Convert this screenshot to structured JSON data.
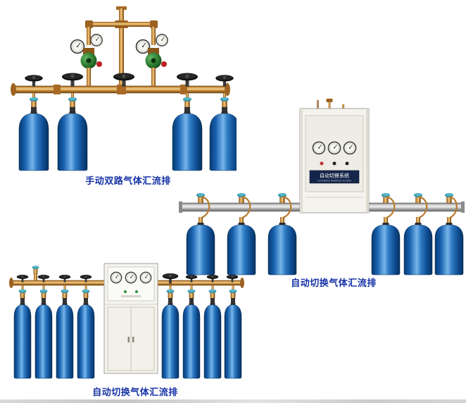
{
  "page": {
    "background_color": "#ffffff"
  },
  "products": [
    {
      "caption": "手动双路气体汇流排",
      "type": "manual-dual-gas-manifold",
      "cylinder_count": 4
    },
    {
      "caption": "自动切换气体汇流排",
      "type": "automatic-switching-gas-manifold",
      "cabinet_label": "自动切换系统",
      "cabinet_sublabel": "AUTOMATIC MANIFOLD SYSTEM",
      "cylinder_count": 6
    },
    {
      "caption": "自动切换气体汇流排",
      "type": "automatic-switching-gas-manifold-cabinet",
      "cylinder_count": 8
    }
  ],
  "colors": {
    "caption_text": "#1633a6",
    "cylinder_blue": "#1a63b8",
    "brass_pipe": "#c08236",
    "silver_pipe": "#c9c9c9",
    "cabinet_body": "#f4f3ee",
    "valve_teal": "#3aa0b4",
    "regulator_green": "#2e7d32",
    "knob_red": "#bb2222"
  }
}
